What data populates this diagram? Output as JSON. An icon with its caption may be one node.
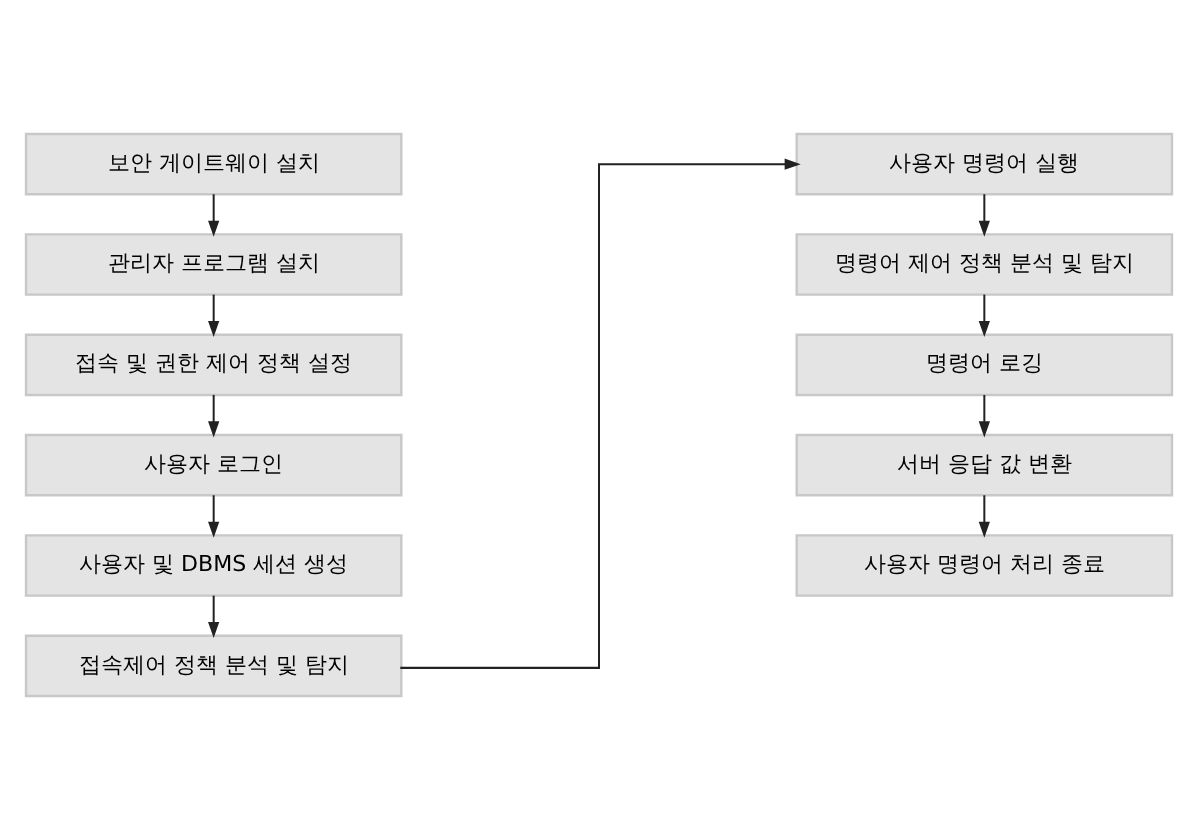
{
  "diagram": {
    "nodes": [
      {
        "text": [
          "보안 게이트웨이 설치"
        ]
      },
      {
        "text": [
          "관리자 프로그램 설치"
        ]
      },
      {
        "text": [
          "접속 및 권한 제어 정책 설정"
        ]
      },
      {
        "text": [
          "사용자 로그인"
        ]
      },
      {
        "text": [
          "사용자 및 DBMS 세션 생성"
        ]
      },
      {
        "text": [
          "접속제어 정책 분석 및 탐지"
        ]
      },
      {
        "text": [
          "사용자 명령어 실행"
        ]
      },
      {
        "text": [
          "명령어 제어 정책 분석 및 탐지"
        ]
      },
      {
        "text": [
          "명령어 로깅"
        ]
      },
      {
        "text": [
          "서버 응답 값 변환"
        ]
      },
      {
        "text": [
          "사용자 명령어 처리 종료"
        ]
      }
    ],
    "edges": [
      {
        "from": 0,
        "to": 1,
        "arrow": "to"
      },
      {
        "from": 1,
        "to": 2,
        "arrow": "to"
      },
      {
        "from": 2,
        "to": 3,
        "arrow": "to"
      },
      {
        "from": 3,
        "to": 4,
        "arrow": "to"
      },
      {
        "from": 4,
        "to": 5,
        "arrow": "to"
      },
      {
        "from": 5,
        "to": 6,
        "arrow": "to"
      },
      {
        "from": 6,
        "to": 7,
        "arrow": "to"
      },
      {
        "from": 7,
        "to": 8,
        "arrow": "to"
      },
      {
        "from": 8,
        "to": 9,
        "arrow": "to"
      },
      {
        "from": 9,
        "to": 10,
        "arrow": "to"
      }
    ]
  }
}
